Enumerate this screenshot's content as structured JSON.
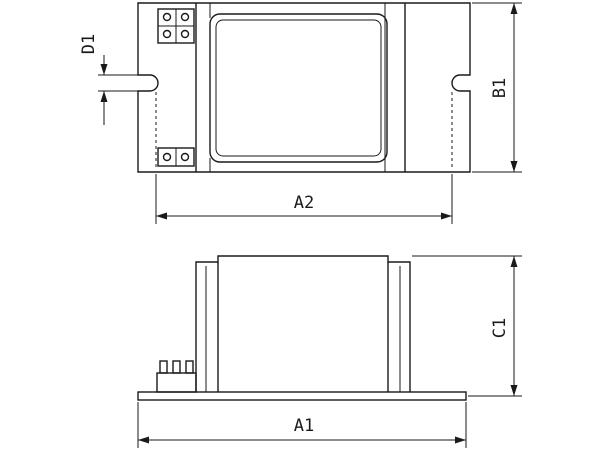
{
  "labels": {
    "a1": "A1",
    "a2": "A2",
    "b1": "B1",
    "c1": "C1",
    "d1": "D1"
  },
  "colors": {
    "line": "#1a1a1a",
    "background": "#ffffff"
  }
}
